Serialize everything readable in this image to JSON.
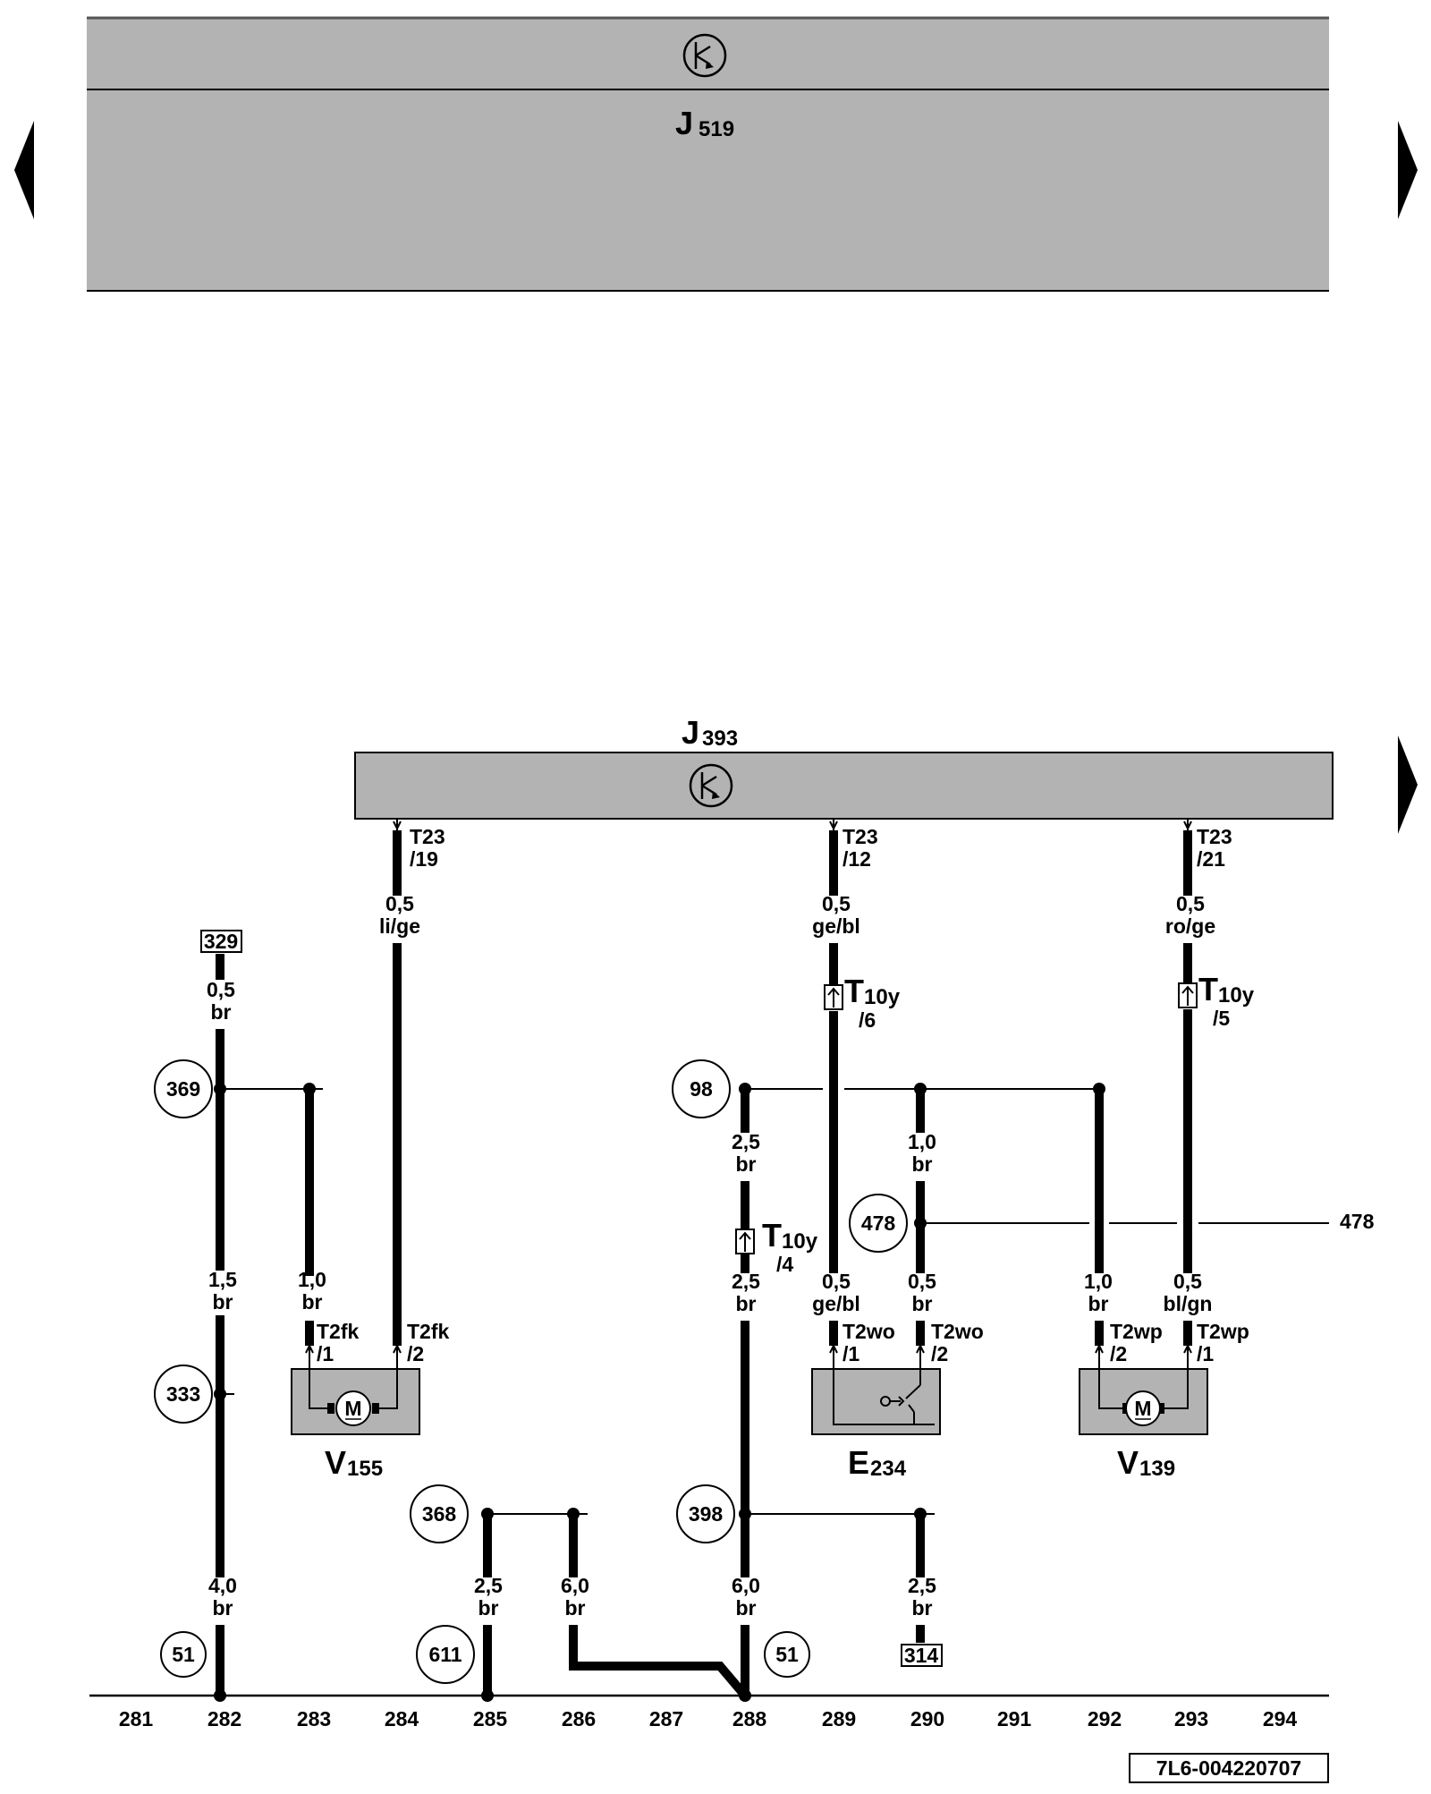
{
  "top_module": {
    "label": "J",
    "sub": "519"
  },
  "bottom_module": {
    "label": "J",
    "sub": "393"
  },
  "components": {
    "v155": {
      "label": "V",
      "sub": "155",
      "motor": "M"
    },
    "e234": {
      "label": "E",
      "sub": "234"
    },
    "v139": {
      "label": "V",
      "sub": "139",
      "motor": "M"
    }
  },
  "pins": {
    "t23_19": {
      "name": "T23",
      "pin": "/19"
    },
    "t23_12": {
      "name": "T23",
      "pin": "/12"
    },
    "t23_21": {
      "name": "T23",
      "pin": "/21"
    },
    "t10y_6": {
      "name": "T",
      "sub": "10y",
      "pin": "/6"
    },
    "t10y_5": {
      "name": "T",
      "sub": "10y",
      "pin": "/5"
    },
    "t10y_4": {
      "name": "T",
      "sub": "10y",
      "pin": "/4"
    },
    "t2fk_1": {
      "name": "T2fk",
      "pin": "/1"
    },
    "t2fk_2": {
      "name": "T2fk",
      "pin": "/2"
    },
    "t2wo_1": {
      "name": "T2wo",
      "pin": "/1"
    },
    "t2wo_2": {
      "name": "T2wo",
      "pin": "/2"
    },
    "t2wp_2": {
      "name": "T2wp",
      "pin": "/2"
    },
    "t2wp_1": {
      "name": "T2wp",
      "pin": "/1"
    }
  },
  "wires": {
    "w329": {
      "size": "0,5",
      "color": "br"
    },
    "w_ligi": {
      "size": "0,5",
      "color": "li/ge"
    },
    "w_gebl_top": {
      "size": "0,5",
      "color": "ge/bl"
    },
    "w_roge": {
      "size": "0,5",
      "color": "ro/ge"
    },
    "w_282_mid": {
      "size": "1,5",
      "color": "br"
    },
    "w_282_bot": {
      "size": "4,0",
      "color": "br"
    },
    "w_283": {
      "size": "1,0",
      "color": "br"
    },
    "w_288_a": {
      "size": "2,5",
      "color": "br"
    },
    "w_288_b": {
      "size": "2,5",
      "color": "br"
    },
    "w_288_c": {
      "size": "6,0",
      "color": "br"
    },
    "w_290_top": {
      "size": "1,0",
      "color": "br"
    },
    "w_289_bot": {
      "size": "0,5",
      "color": "ge/bl"
    },
    "w_290_mid": {
      "size": "0,5",
      "color": "br"
    },
    "w_292": {
      "size": "1,0",
      "color": "br"
    },
    "w_293": {
      "size": "0,5",
      "color": "bl/gn"
    },
    "w_285": {
      "size": "2,5",
      "color": "br"
    },
    "w_286": {
      "size": "6,0",
      "color": "br"
    },
    "w_290_bot": {
      "size": "2,5",
      "color": "br"
    }
  },
  "ref_boxes": {
    "r329": "329",
    "r314": "314"
  },
  "circle_refs": {
    "c369": "369",
    "c333": "333",
    "c51a": "51",
    "c368": "368",
    "c611": "611",
    "c98": "98",
    "c478": "478",
    "c398": "398",
    "c51b": "51"
  },
  "continuation_478": "478",
  "columns": [
    "281",
    "282",
    "283",
    "284",
    "285",
    "286",
    "287",
    "288",
    "289",
    "290",
    "291",
    "292",
    "293",
    "294"
  ],
  "diagram_id": "7L6-004220707"
}
